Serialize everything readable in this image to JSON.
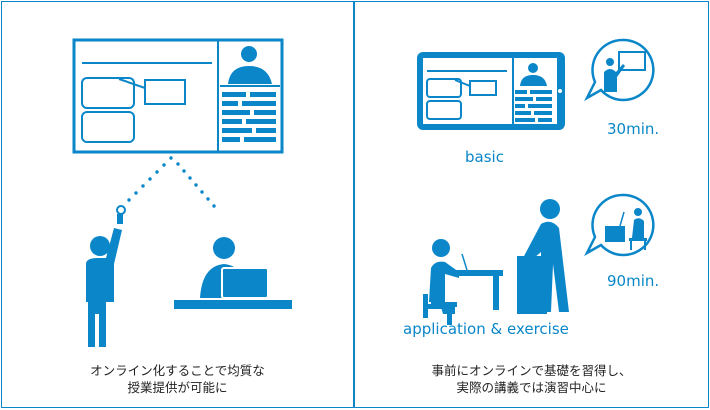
{
  "left": {
    "caption_line1": "オンライン化することで均質な",
    "caption_line2": "授業提供が可能に"
  },
  "right": {
    "basic_label": "basic",
    "basic_time": "30min.",
    "app_label": "application & exercise",
    "app_time": "90min.",
    "caption_line1": "事前にオンラインで基礎を習得し、",
    "caption_line2": "実際の講義では演習中心に"
  },
  "colors": {
    "accent": "#0a86c9",
    "text": "#222222",
    "background": "#ffffff"
  }
}
